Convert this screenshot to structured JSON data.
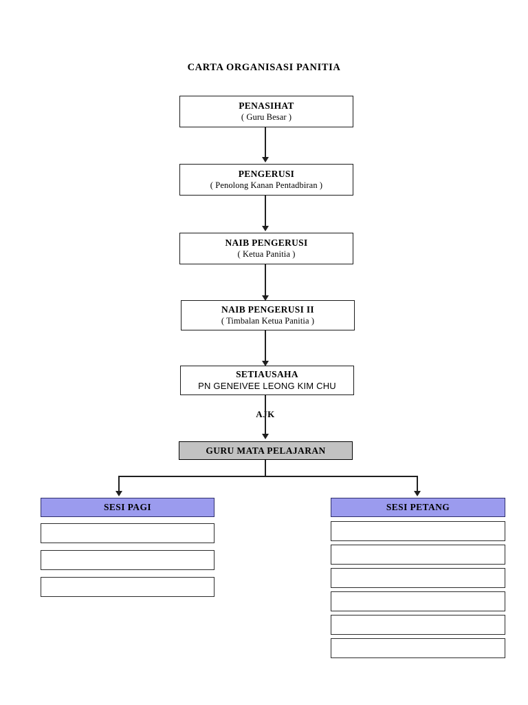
{
  "document": {
    "title": "CARTA ORGANISASI PANITIA"
  },
  "hierarchy": {
    "nodes": [
      {
        "id": "penasihat",
        "title": "PENASIHAT",
        "subtitle": "( Guru Besar )",
        "style": "plain"
      },
      {
        "id": "pengerusi",
        "title": "PENGERUSI",
        "subtitle": "( Penolong Kanan Pentadbiran )",
        "style": "plain"
      },
      {
        "id": "naib-pengerusi",
        "title": "NAIB PENGERUSI",
        "subtitle": "( Ketua Panitia )",
        "style": "plain"
      },
      {
        "id": "naib-pengerusi-ii",
        "title": "NAIB PENGERUSI II",
        "subtitle": "( Timbalan Ketua Panitia )",
        "style": "plain"
      },
      {
        "id": "setiausaha",
        "title": "SETIAUSAHA",
        "subtitle": "PN GENEIVEE LEONG KIM CHU",
        "style": "plain-sans-sub"
      },
      {
        "id": "guru-mata-pelajaran",
        "title": "GURU MATA PELAJARAN",
        "subtitle": "",
        "style": "gray"
      }
    ],
    "branch_label": "AJK"
  },
  "sessions": [
    {
      "id": "sesi-pagi",
      "header": "SESI PAGI",
      "slots": [
        "",
        "",
        ""
      ],
      "slot_count": 3
    },
    {
      "id": "sesi-petang",
      "header": "SESI PETANG",
      "slots": [
        "",
        "",
        "",
        "",
        "",
        ""
      ],
      "slot_count": 6
    }
  ],
  "colors": {
    "session_header_fill": "#9b9bee",
    "session_header_border": "#2d2d6b",
    "teacher_box_fill": "#c2c2c2",
    "line": "#1f1f1f",
    "box_border": "#1a1a1a",
    "page_background": "#ffffff",
    "text": "#000000"
  }
}
